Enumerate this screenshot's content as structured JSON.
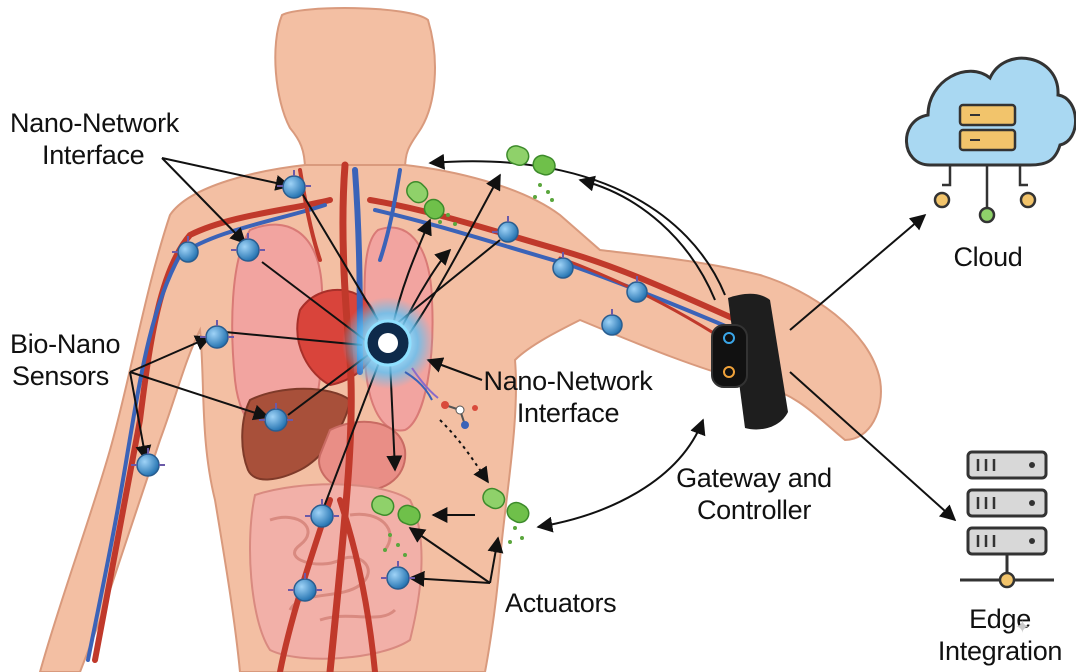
{
  "labels": {
    "nano_network_interface_top": {
      "line1": "Nano-Network",
      "line2": "Interface"
    },
    "bio_nano_sensors": {
      "line1": "Bio-Nano",
      "line2": "Sensors"
    },
    "nano_network_interface_center": {
      "line1": "Nano-Network",
      "line2": "Interface"
    },
    "gateway_controller": {
      "line1": "Gateway and",
      "line2": "Controller"
    },
    "actuators": "Actuators",
    "cloud": "Cloud",
    "edge_integration": {
      "line1": "Edge",
      "line2": "Integration"
    }
  },
  "icons": [
    "human-body-illustration",
    "blood-vessels",
    "lungs",
    "heart",
    "liver",
    "stomach",
    "intestines",
    "nano-sensor-icon",
    "nano-hub-icon",
    "capsule-actuator-icon",
    "smartwatch-gateway-icon",
    "cloud-server-icon",
    "edge-server-rack-icon",
    "molecule-icon",
    "dna-icon",
    "sparkle-watermark-icon"
  ],
  "colors": {
    "skin": "#f3bfa3",
    "artery": "#c0392b",
    "vein": "#3b63b8",
    "sensor": "#2f86c9",
    "capsule": "#6fc04a",
    "cloud": "#a9d8f2",
    "server": "#f2c46b",
    "hub_glow": "#7fd4ff"
  }
}
